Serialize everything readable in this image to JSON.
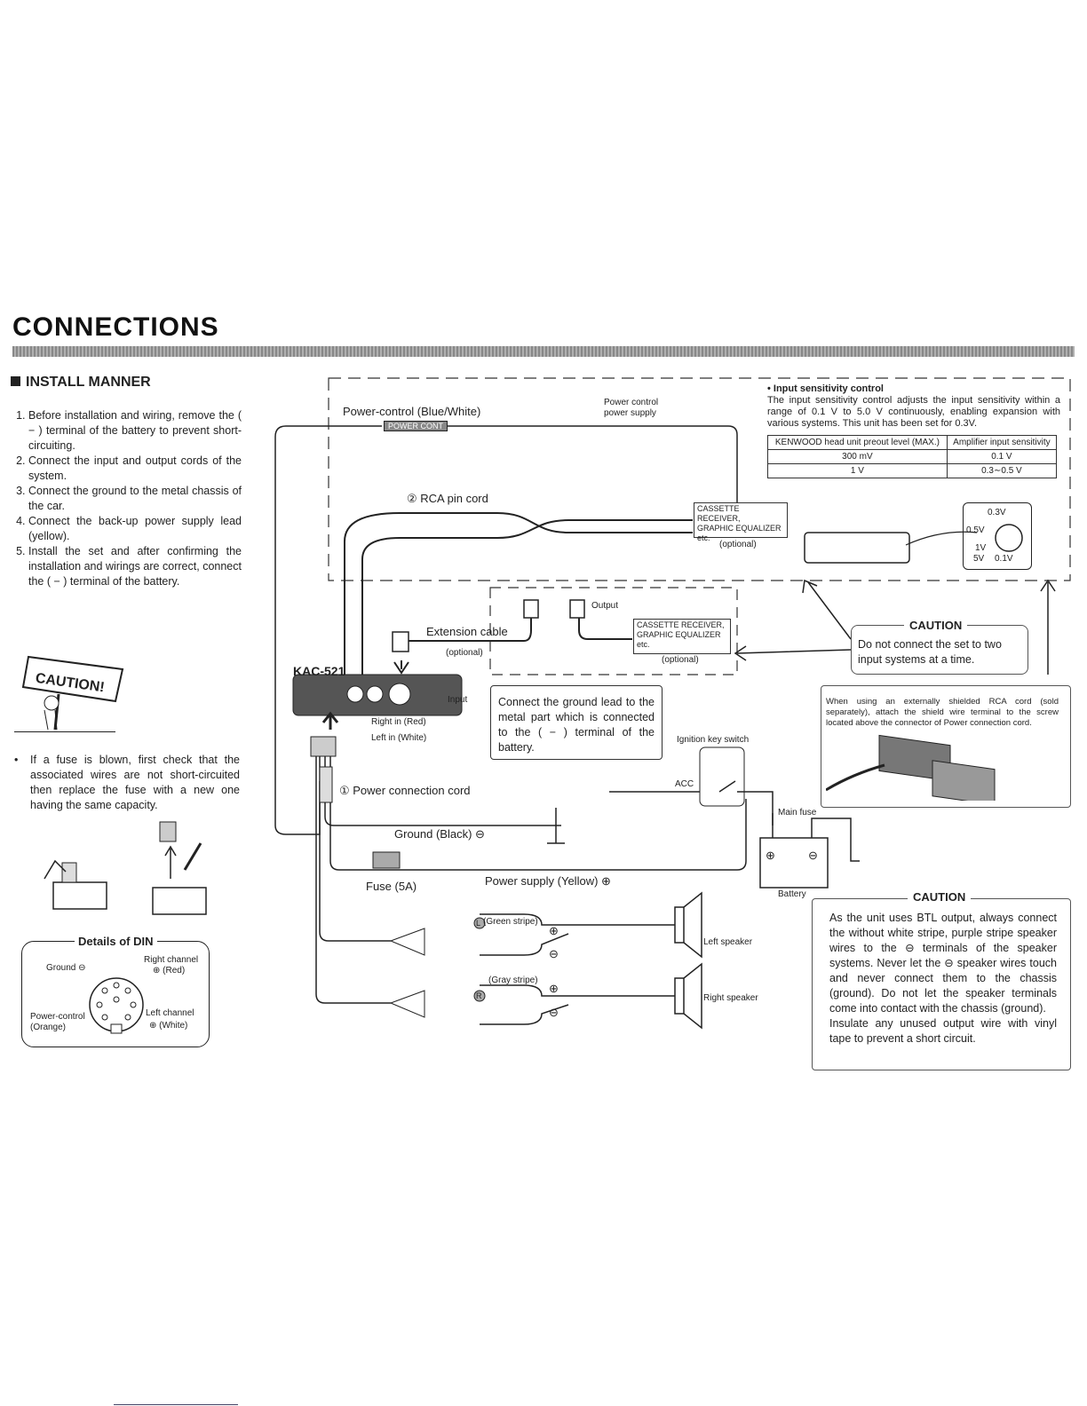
{
  "page": {
    "title": "CONNECTIONS",
    "section_title": "INSTALL MANNER"
  },
  "steps": [
    "Before installation and wiring, remove the ( − ) terminal of the battery to prevent short-circuiting.",
    "Connect the input and output cords of the system.",
    "Connect the ground to the metal chassis of the car.",
    "Connect the back-up power supply lead (yellow).",
    "Install the set and after confirming the installation and wirings are correct, connect the ( − ) terminal of the battery."
  ],
  "fuse_note": "If a fuse is blown, first check that the associated wires are not short-circuited then replace the fuse with a new one having the same capacity.",
  "din": {
    "title": "Details of DIN",
    "ground": "Ground ⊖",
    "right_channel": "Right channel",
    "right_color": "⊕ (Red)",
    "power_control": "Power-control",
    "power_control_color": "(Orange)",
    "left_channel": "Left channel",
    "left_color": "⊕ (White)"
  },
  "caution_sign": "CAUTION!",
  "diagram": {
    "power_control_lead": "Power-control (Blue/White)",
    "power_cont_tag": "POWER CONT",
    "power_control_supply_1": "Power control",
    "power_control_supply_2": "power supply",
    "rca_pin_cord": "② RCA pin cord",
    "cassette_1": "CASSETTE RECEIVER,",
    "cassette_2": "GRAPHIC EQUALIZER",
    "cassette_3": "etc.",
    "optional": "(optional)",
    "extension_cable": "Extension cable",
    "output": "Output",
    "model": "KAC-521",
    "input": "Input",
    "right_in": "Right in (Red)",
    "left_in": "Left in (White)",
    "power_connection_cord": "① Power connection cord",
    "ground_black": "Ground (Black) ⊖",
    "fuse": "Fuse (5A)",
    "power_supply_yellow": "Power supply (Yellow) ⊕",
    "ignition_key_switch": "Ignition key switch",
    "acc": "ACC",
    "main_fuse": "Main fuse",
    "battery": "Battery",
    "green_stripe": "(Green stripe)",
    "gray_stripe": "(Gray stripe)",
    "left_speaker": "Left speaker",
    "right_speaker": "Right speaker",
    "plus": "⊕",
    "minus": "⊖",
    "L": "L",
    "R": "R"
  },
  "ground_note": "Connect the ground lead to the metal part which is connected to the ( − ) terminal of the battery.",
  "sensitivity": {
    "heading": "• Input sensitivity control",
    "text": "The input sensitivity control adjusts the input sensitivity within a range of 0.1 V to 5.0 V continuously, enabling expansion with various systems. This unit has been set for 0.3V.",
    "col1": "KENWOOD head unit preout level (MAX.)",
    "col2": "Amplifier input sensitivity",
    "rows": [
      [
        "300 mV",
        "0.1 V"
      ],
      [
        "1 V",
        "0.3∼0.5 V"
      ]
    ],
    "knob_labels": [
      "0.3V",
      "0.5V",
      "1V",
      "5V",
      "0.1V"
    ]
  },
  "caution_input": {
    "title": "CAUTION",
    "text": "Do not connect the set to two input systems at a time."
  },
  "shield_note": "When using an externally shielded RCA cord (sold separately), attach the shield wire terminal to the screw located above the connector of Power connection cord.",
  "caution_btl": {
    "title": "CAUTION",
    "text": "As the unit uses BTL output, always connect the without white stripe, purple stripe speaker wires to the ⊖ terminals of the speaker systems. Never let the ⊖ speaker wires touch and never connect them to the chassis (ground). Do not let the speaker terminals come into contact with the chassis (ground).",
    "text2": "Insulate any unused output wire with vinyl tape to prevent a short circuit."
  }
}
